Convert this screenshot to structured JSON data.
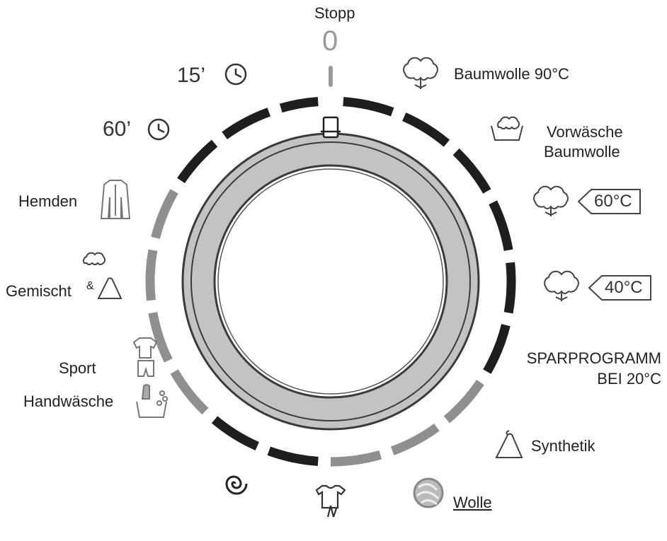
{
  "dial": {
    "stop_label": "Stopp",
    "stop_value": "0",
    "colors": {
      "dark": "#1e1e1e",
      "light": "#8f8f8f",
      "ring": "#c3c3c3",
      "ring_edge": "#3a3a3a"
    }
  },
  "programs": {
    "cotton90": "Baumwolle 90°C",
    "prewash_line1": "Vorwäsche",
    "prewash_line2": "Baumwolle",
    "cotton60_temp": "60°C",
    "cotton40_temp": "40°C",
    "eco_line1": "SPARPROGRAMM",
    "eco_line2": "BEI 20°C",
    "synthetic": "Synthetik",
    "wool": "Wolle",
    "handwash": "Handwäsche",
    "sport": "Sport",
    "mixed": "Gemischt",
    "mixed_symbol": "&",
    "shirts": "Hemden",
    "quick60": "60’",
    "quick15": "15’"
  },
  "icons": [
    "cotton-icon",
    "prewash-cotton-icon",
    "synthetic-icon",
    "wool-icon",
    "rinse-icon",
    "spin-icon",
    "handwash-icon",
    "sport-icon",
    "mixed-icon",
    "shirt-icon",
    "clock-icon"
  ]
}
